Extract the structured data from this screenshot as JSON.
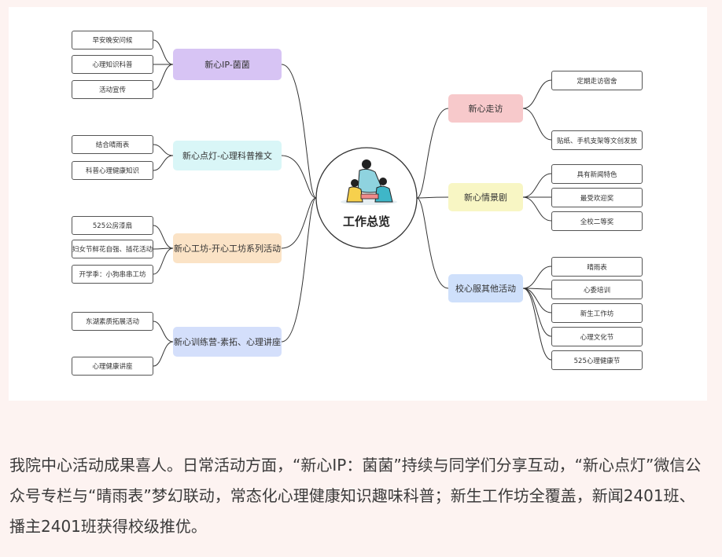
{
  "mindmap": {
    "center": {
      "label": "工作总览"
    },
    "branches": [
      {
        "id": "ip",
        "label": "新心IP-菌菌",
        "color": "#d7c4f4",
        "children": [
          "早安晚安问候",
          "心理知识科普",
          "活动宣传"
        ]
      },
      {
        "id": "dd",
        "label": "新心点灯-心理科普推文",
        "color": "#d9f6f7",
        "children": [
          "结合晴雨表",
          "科普心理健康知识"
        ]
      },
      {
        "id": "gf",
        "label": "新心工坊-开心工坊系列活动",
        "color": "#fbe3c6",
        "children": [
          "525公房漆扇",
          "妇女节鲜花自强、插花活动",
          "开学季：小狗串串工坊"
        ]
      },
      {
        "id": "xl",
        "label": "新心训练营-素拓、心理讲座",
        "color": "#d4dffb",
        "children": [
          "东湖素质拓展活动",
          "心理健康讲座"
        ]
      },
      {
        "id": "zf",
        "label": "新心走访",
        "color": "#f7c9cb",
        "children": [
          "定期走访宿舍",
          "贴纸、手机支架等文创发放"
        ]
      },
      {
        "id": "qj",
        "label": "新心情景剧",
        "color": "#f8f6c4",
        "children": [
          "具有新闻特色",
          "最受欢迎奖",
          "全校二等奖"
        ]
      },
      {
        "id": "qt",
        "label": "校心服其他活动",
        "color": "#cfe0fb",
        "children": [
          "晴雨表",
          "心委培训",
          "新生工作坊",
          "心理文化节",
          "525心理健康节"
        ]
      }
    ]
  },
  "caption": "我院中心活动成果喜人。日常活动方面，“新心IP：菌菌”持续与同学们分享互动，“新心点灯”微信公众号专栏与“晴雨表”梦幻联动，常态化心理健康知识趣味科普；新生工作坊全覆盖，新闻2401班、播主2401班获得校级推优。",
  "colors": {
    "line": "#333333",
    "page_bg": "#fdf3f1",
    "panel_bg": "#ffffff"
  }
}
